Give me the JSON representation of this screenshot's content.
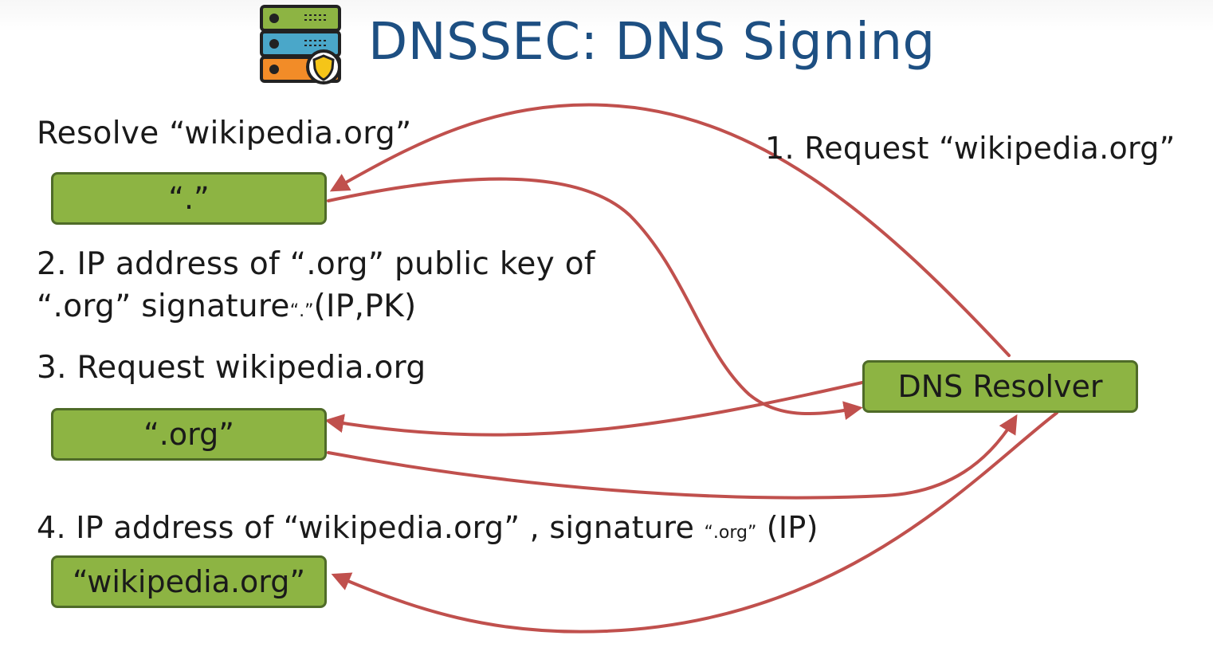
{
  "title": "DNSSEC: DNS Signing",
  "icon": "server-stack-shield-icon",
  "colors": {
    "title": "#1d4f82",
    "box_fill": "#8db443",
    "box_border": "#4f6b28",
    "arrow": "#c0504d"
  },
  "labels": {
    "resolve": "Resolve “wikipedia.org”",
    "step1": "1. Request “wikipedia.org”",
    "step2_line1": "2. IP address of “.org” public key of",
    "step2_line2_a": "“.org” signature",
    "step2_line2_sub": "“.”",
    "step2_line2_b": "(IP,PK)",
    "step3": "3. Request wikipedia.org",
    "step4_a": "4. IP address of “wikipedia.org” , signature ",
    "step4_sub": "“.org”",
    "step4_b": " (IP)"
  },
  "nodes": {
    "root": "“.”",
    "org": "“.org”",
    "wikipedia": "“wikipedia.org”",
    "resolver": "DNS Resolver"
  }
}
